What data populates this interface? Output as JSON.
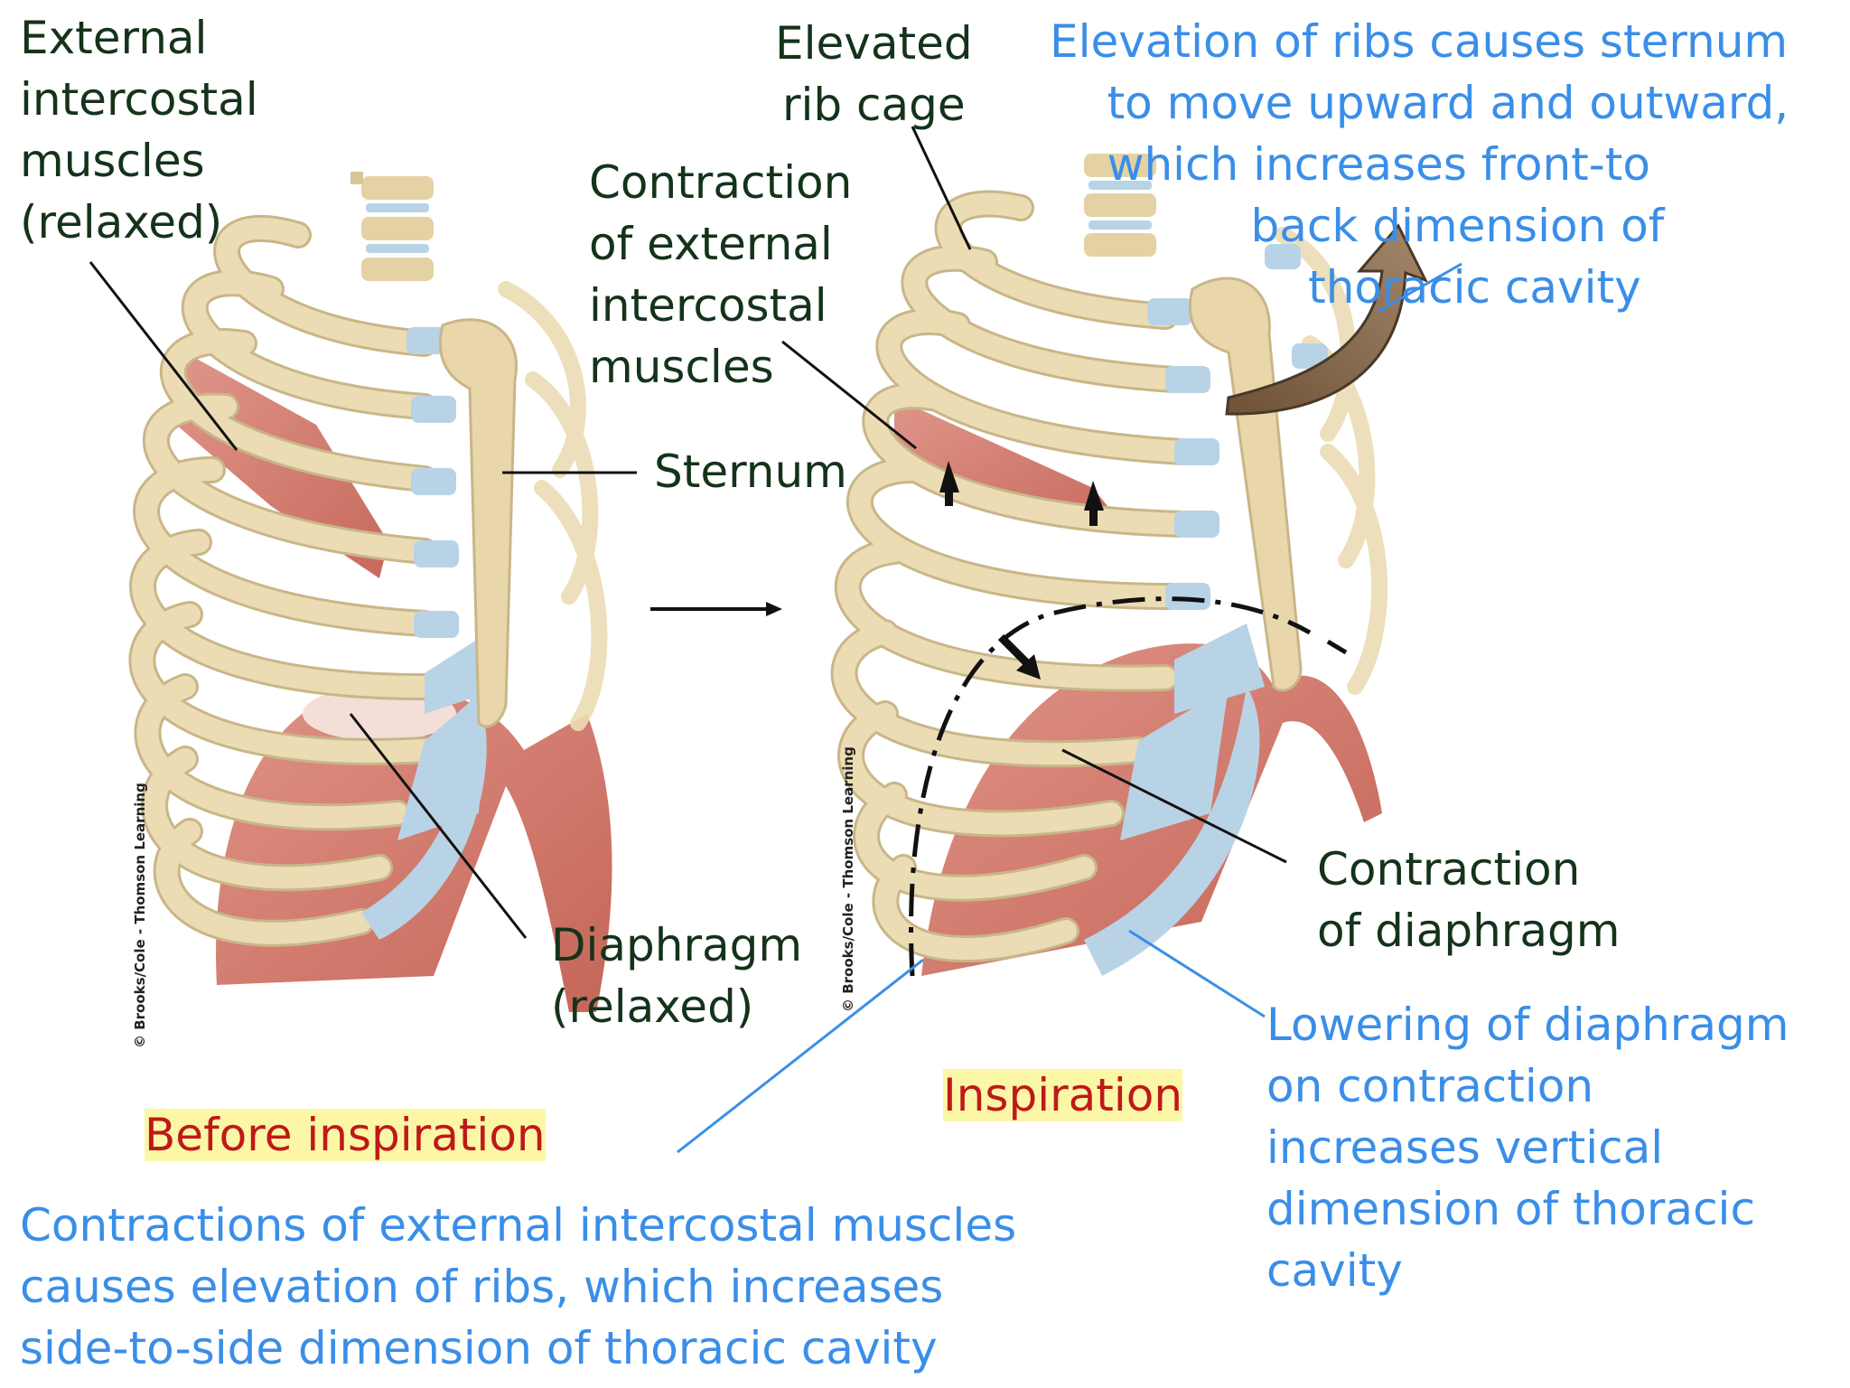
{
  "labels": {
    "external_intercostal_relaxed": "External\nintercostal\nmuscles\n(relaxed)",
    "elevated_rib_cage": "Elevated\nrib cage",
    "contraction_external_intercostal": "Contraction\nof external\nintercostal\nmuscles",
    "sternum": "Sternum",
    "diaphragm_relaxed": "Diaphragm\n(relaxed)",
    "contraction_diaphragm": "Contraction\nof diaphragm",
    "before_inspiration": "Before inspiration",
    "inspiration": "Inspiration"
  },
  "notes": {
    "sternum_elevation": "Elevation of ribs causes sternum\n    to move upward and outward,\n    which increases front-to\n              back dimension of\n                  thoracic cavity",
    "diaphragm_lowering": "Lowering of diaphragm\non contraction\nincreases vertical\ndimension of thoracic\ncavity",
    "intercostal_elevation": "Contractions of external intercostal muscles\ncauses elevation of ribs, which increases\nside-to-side dimension of thoracic cavity"
  },
  "credits": {
    "left": "© Brooks/Cole - Thomson Learning",
    "right": "© Brooks/Cole - Thomson Learning"
  },
  "colors": {
    "bone": "#ecdcb4",
    "bone_edge": "#c9b688",
    "cartilage": "#b9d3e6",
    "muscle": "#cf6d5e",
    "label_text": "#14331a",
    "note_text": "#3a8ee8",
    "caption_text": "#c01818",
    "caption_highlight": "#fbf7a6",
    "arrow_brown": "#8b7052"
  }
}
